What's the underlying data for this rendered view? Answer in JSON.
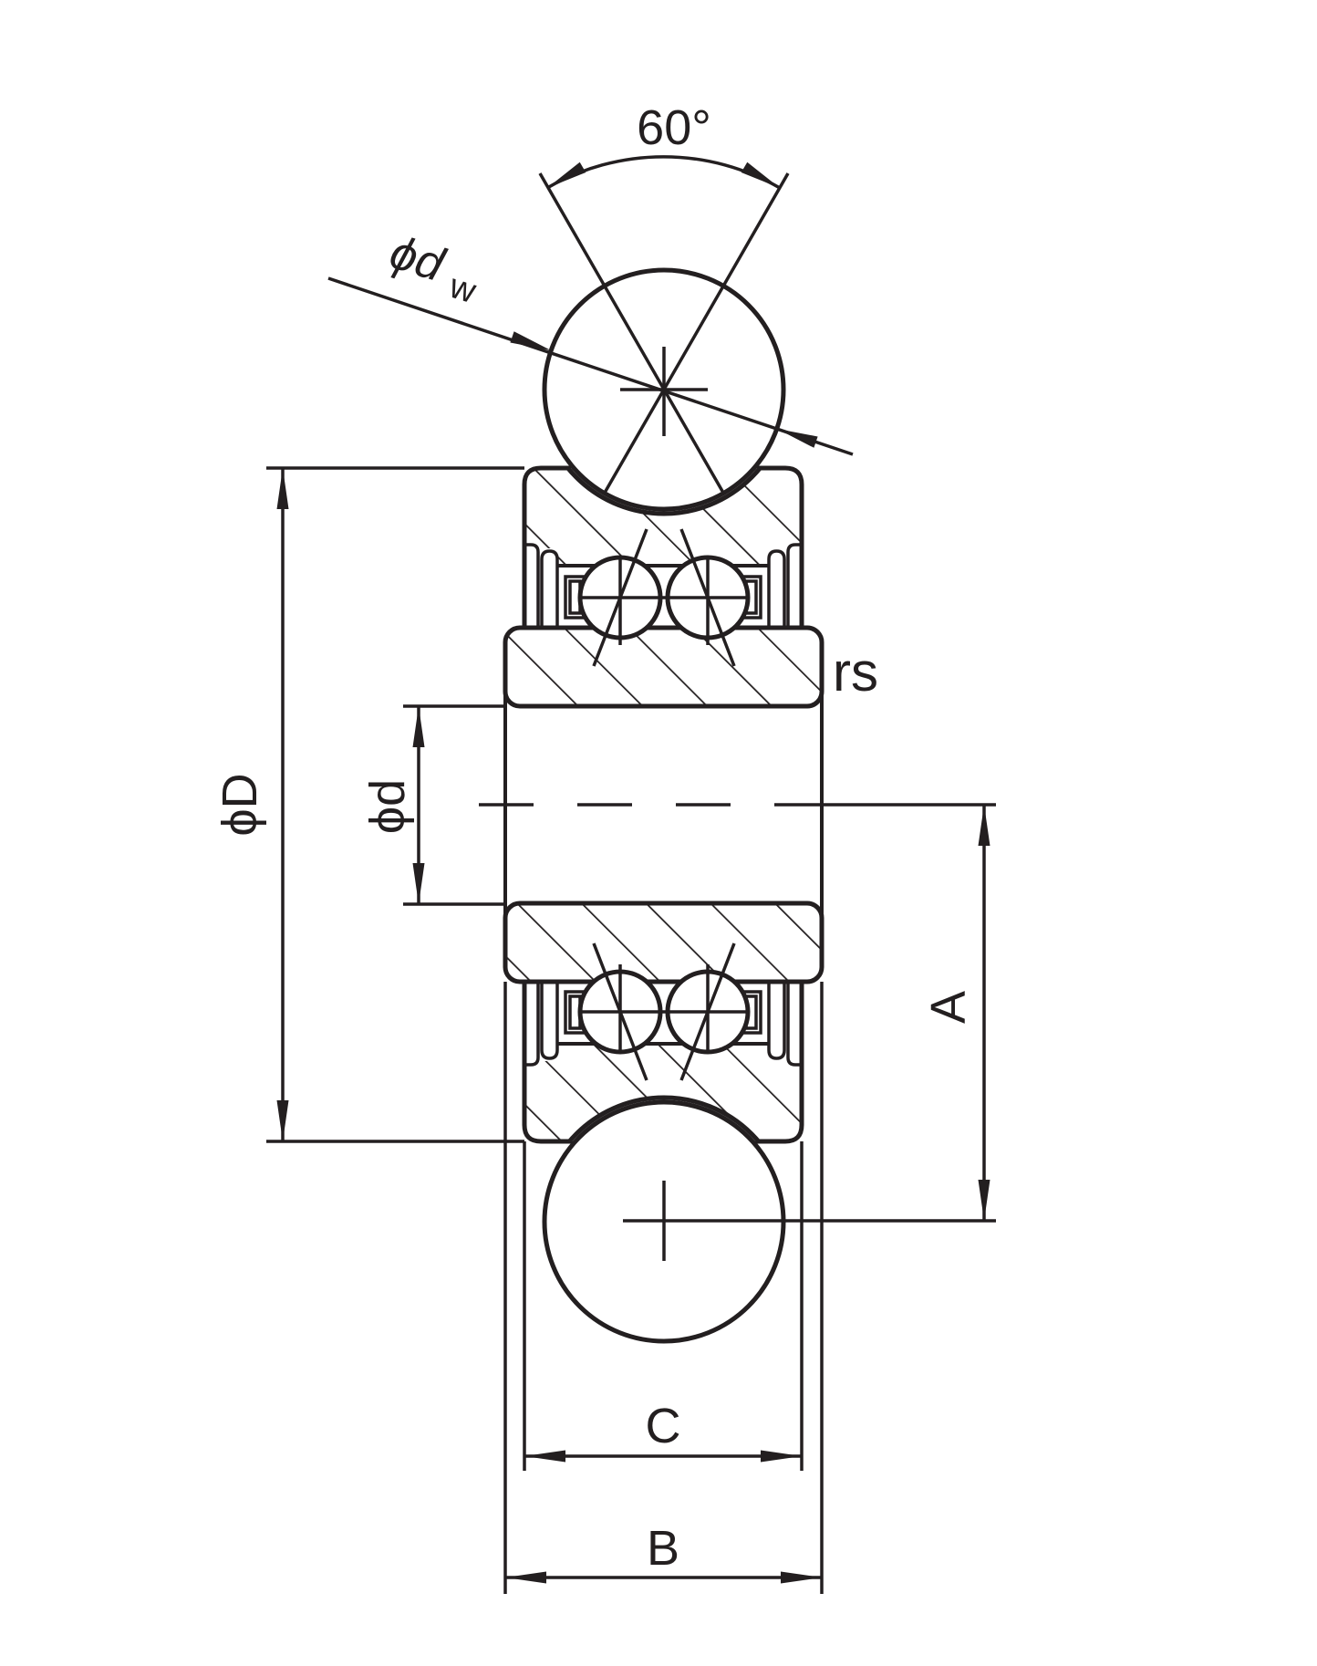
{
  "drawing": {
    "type": "bearing-cross-section-engineering-drawing",
    "labels": {
      "cone_angle": "60°",
      "ball_diameter_main": "ϕd",
      "ball_diameter_sub": "w",
      "seal_radius": "rs",
      "outer_diameter": "ϕD",
      "bore_diameter": "ϕd",
      "dim_a": "A",
      "outer_ring_width": "C",
      "inner_ring_width": "B"
    },
    "colors": {
      "line": "#231f20",
      "background": "#ffffff"
    }
  }
}
